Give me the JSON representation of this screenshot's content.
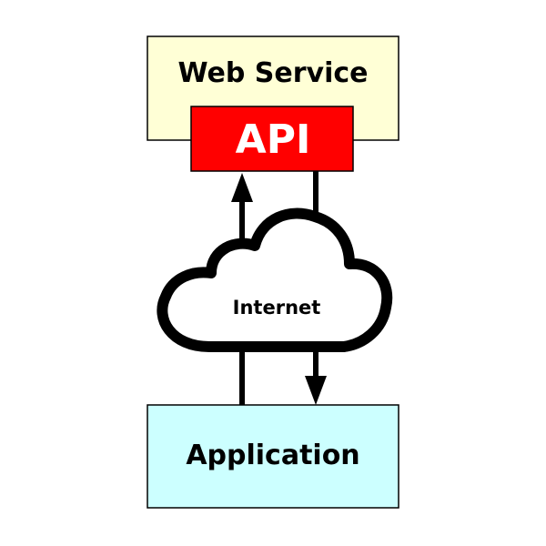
{
  "diagram": {
    "web_service": {
      "label": "Web Service"
    },
    "api": {
      "label": "API"
    },
    "internet": {
      "label": "Internet"
    },
    "application": {
      "label": "Application"
    }
  },
  "colors": {
    "web_service_fill": "#ffffd6",
    "api_fill": "#ff0000",
    "api_text": "#ffffff",
    "application_fill": "#ccffff",
    "cloud_fill": "#ffffff",
    "stroke": "#000000"
  },
  "icons": {
    "cloud": "cloud-icon",
    "arrow_up": "arrow-up-icon",
    "arrow_down": "arrow-down-icon"
  }
}
